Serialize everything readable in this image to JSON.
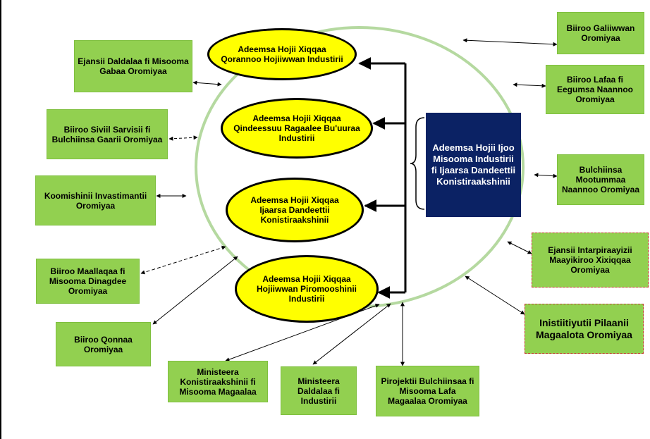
{
  "center_box": "Adeemsa Hojii Ijoo Misooma Industirii fi Ijaarsa Dandeettii Konistiraakshinii",
  "processes": [
    "Adeemsa Hojii Xiqqaa Qorannoo Hojiiwwan Industirii",
    "Adeemsa Hojii Xiqqaa Qindeessuu Ragaalee Bu'uuraa Industirii",
    "Adeemsa Hojii Xiqqaa Ijaarsa Dandeettii Konistiraakshinii",
    "Adeemsa Hojii Xiqqaa Hojiiwwan Piromooshinii Industirii"
  ],
  "partners": {
    "ejansii_daldalaa": "Ejansii Daldalaa fi Misooma Gabaa Oromiyaa",
    "biiroo_siviil": "Biiroo Siviil Sarvisii fi Bulchiinsa Gaarii Oromiyaa",
    "koomishinii": "Koomishinii Invastimantii Oromiyaa",
    "biiroo_maallaqaa": "Biiroo Maallaqaa fi Misooma Dinagdee Oromiyaa",
    "biiroo_qonnaa": "Biiroo Qonnaa Oromiyaa",
    "ministeera_konistiraakshinii": "Ministeera Konistiraakshinii fi Misooma Magaalaa",
    "ministeera_daldalaa": "Ministeera Daldalaa fi Industirii",
    "pirojektii": "Pirojektii Bulchiinsaa fi Misooma Lafa Magaalaa Oromiyaa",
    "biiroo_galiiwwan": "Biiroo Galiiwwan Oromiyaa",
    "biiroo_lafaa": "Biiroo Lafaa fi Eegumsa Naannoo Oromiyaa",
    "bulchiinsa_mootummaa": "Bulchiinsa Mootummaa Naannoo Oromiyaa",
    "ejansii_intarpiraayizii": "Ejansii Intarpiraayizii Maayikiroo Xixiqqaa Oromiyaa",
    "inistiitiyutii": "Inistiitiyutii Pilaanii Magaalota Oromiyaa"
  },
  "colors": {
    "green": "#92d050",
    "yellow": "#ffff00",
    "navy": "#0b2264",
    "circle": "#b5d9a0"
  }
}
